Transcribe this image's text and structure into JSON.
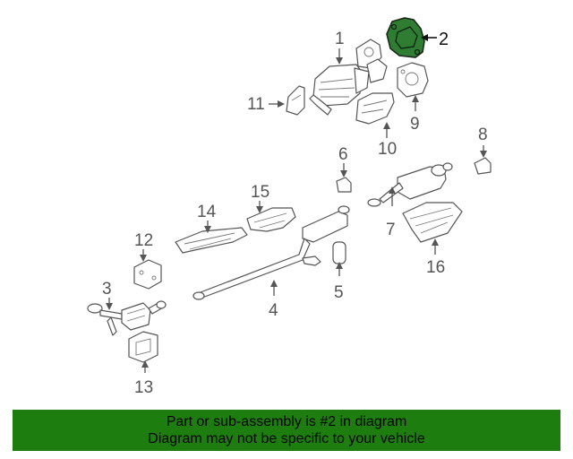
{
  "callouts": {
    "n1": "1",
    "n2": "2",
    "n3": "3",
    "n4": "4",
    "n5": "5",
    "n6": "6",
    "n7": "7",
    "n8": "8",
    "n9": "9",
    "n10": "10",
    "n11": "11",
    "n12": "12",
    "n13": "13",
    "n14": "14",
    "n15": "15",
    "n16": "16"
  },
  "highlight_color": "#2e7d32",
  "banner": {
    "color": "#1e7d0f",
    "line1": "Part or sub-assembly is #2 in diagram",
    "line2": "Diagram may not be specific to your vehicle"
  }
}
